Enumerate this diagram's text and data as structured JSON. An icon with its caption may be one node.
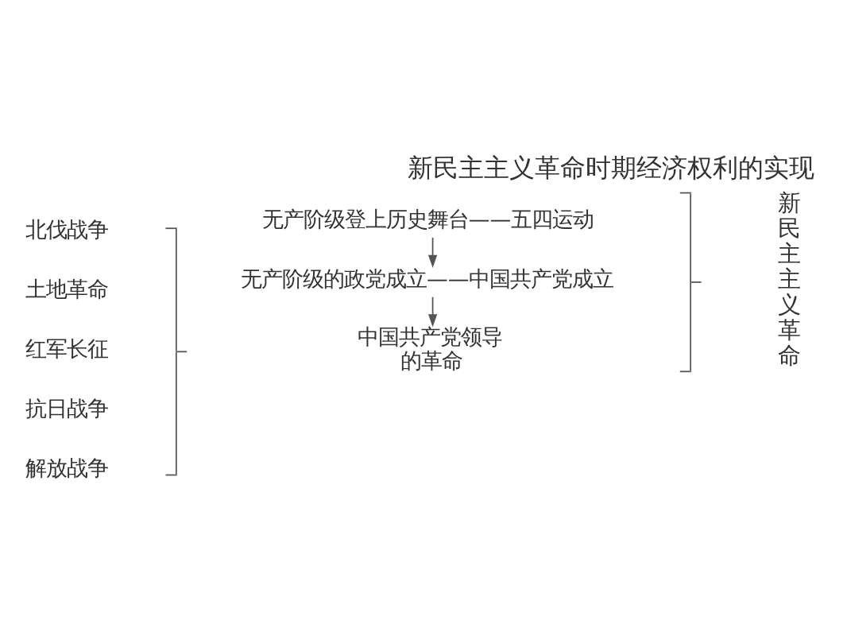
{
  "diagram": {
    "title": "新民主主义革命时期经济权利的实现",
    "nodes": [
      {
        "text": [
          "无产阶级登上历史舞台——五四运动"
        ]
      },
      {
        "text": [
          "无产阶级的政党成立——中国共产党成立"
        ]
      },
      {
        "text": [
          "中国共产党领导的革命"
        ]
      }
    ],
    "edges": [
      {
        "from": 0,
        "to": 1,
        "arrow": "to"
      },
      {
        "from": 1,
        "to": 2,
        "arrow": "to"
      }
    ],
    "labels": [
      "新民主主义革命",
      "北伐战争",
      "土地革命",
      "红军长征",
      "抗日战争",
      "解放战争"
    ]
  }
}
